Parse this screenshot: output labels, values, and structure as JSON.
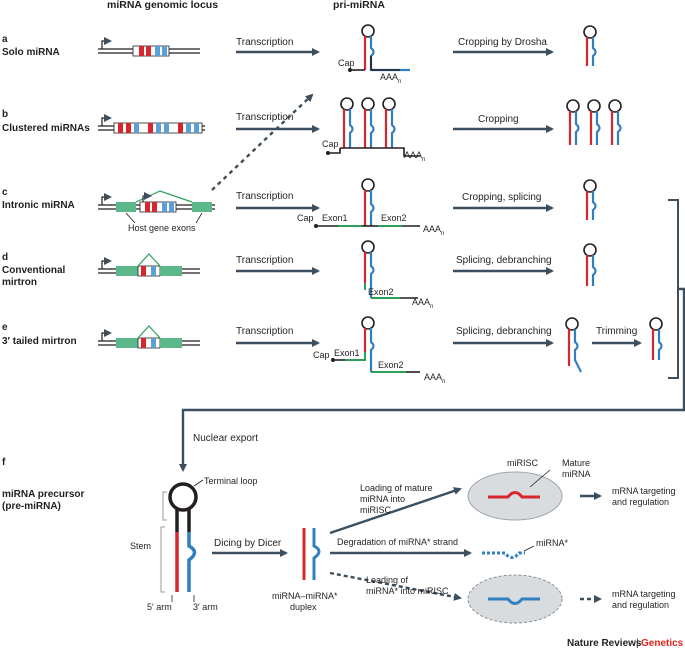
{
  "headers": {
    "genomic_locus": "miRNA genomic locus",
    "pri_mirna": "pri-miRNA"
  },
  "rows": {
    "a": {
      "letter": "a",
      "label": "Solo miRNA",
      "step1": "Transcription",
      "step2": "Cropping by Drosha"
    },
    "b": {
      "letter": "b",
      "label": "Clustered miRNAs",
      "step1": "Transcription",
      "step2": "Cropping"
    },
    "c": {
      "letter": "c",
      "label": "Intronic miRNA",
      "step1": "Transcription",
      "step2": "Cropping, splicing",
      "host_exons": "Host gene exons"
    },
    "d": {
      "letter": "d",
      "label_line1": "Conventional",
      "label_line2": "mirtron",
      "step1": "Transcription",
      "step2": "Splicing, debranching"
    },
    "e": {
      "letter": "e",
      "label": "3′ tailed mirtron",
      "step1": "Transcription",
      "step2": "Splicing, debranching",
      "step3": "Trimming"
    }
  },
  "pri_labels": {
    "cap": "Cap",
    "aaa": "AAA",
    "aaa_sub": "n",
    "exon1": "Exon1",
    "exon2": "Exon2"
  },
  "panel_f": {
    "letter": "f",
    "nuclear_export": "Nuclear export",
    "terminal_loop": "Terminal loop",
    "precursor_line1": "miRNA precursor",
    "precursor_line2": "(pre-miRNA)",
    "stem": "Stem",
    "arm5": "5′ arm",
    "arm3": "3′ arm",
    "dicing": "Dicing by Dicer",
    "duplex_line1": "miRNA–miRNA*",
    "duplex_line2": "duplex",
    "loading_mature_1": "Loading of mature",
    "loading_mature_2": "miRNA into",
    "loading_mature_3": "miRISC",
    "degradation": "Degradation of miRNA* strand",
    "loading_star_1": "Loading of",
    "loading_star_2": "miRNA* into miRISC",
    "mirisc": "miRISC",
    "mature_1": "Mature",
    "mature_2": "miRNA",
    "mirna_star": "miRNA*",
    "targeting_1": "mRNA targeting",
    "targeting_2": "and regulation"
  },
  "footer": {
    "journal": "Nature Reviews",
    "separator": "|",
    "section": "Genetics"
  },
  "colors": {
    "arrow": "#3d4f5c",
    "red_strand": "#d7262d",
    "blue_strand": "#2f7fc1",
    "exon_green": "#2aa05a",
    "exon_box": "#5cb88a",
    "mirisc_fill": "#d9dcdf",
    "genetics_red": "#e2231a"
  }
}
